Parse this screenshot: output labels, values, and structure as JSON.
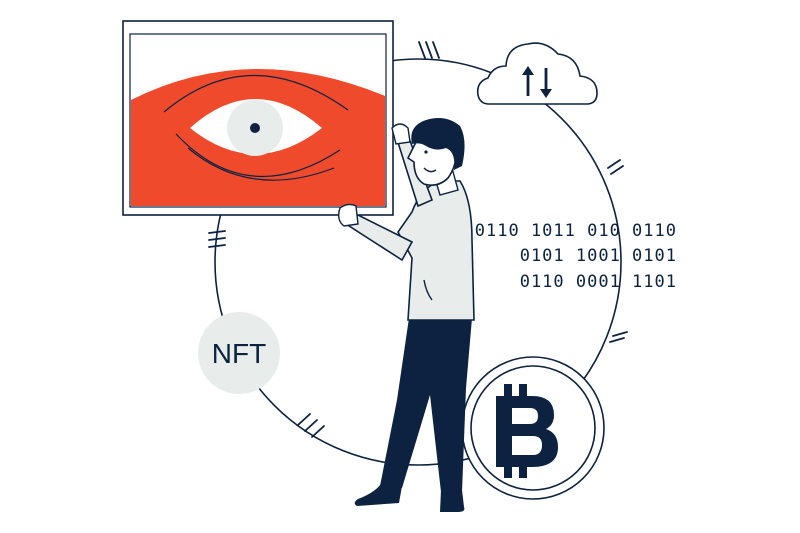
{
  "illustration": {
    "nft_badge": {
      "label": "NFT"
    },
    "binary_code": {
      "lines": [
        "0110 1011 010 0110",
        "0101 1001 0101",
        "0110 0001 1101"
      ]
    },
    "cloud": {
      "icon": "sync-arrows-icon"
    },
    "coin": {
      "icon": "bitcoin-icon"
    },
    "artwork": {
      "icon": "eye-icon"
    }
  },
  "colors": {
    "navy": "#0c2240",
    "accent_red": "#f04a2c",
    "light_gray": "#e8ecea",
    "white": "#ffffff"
  }
}
